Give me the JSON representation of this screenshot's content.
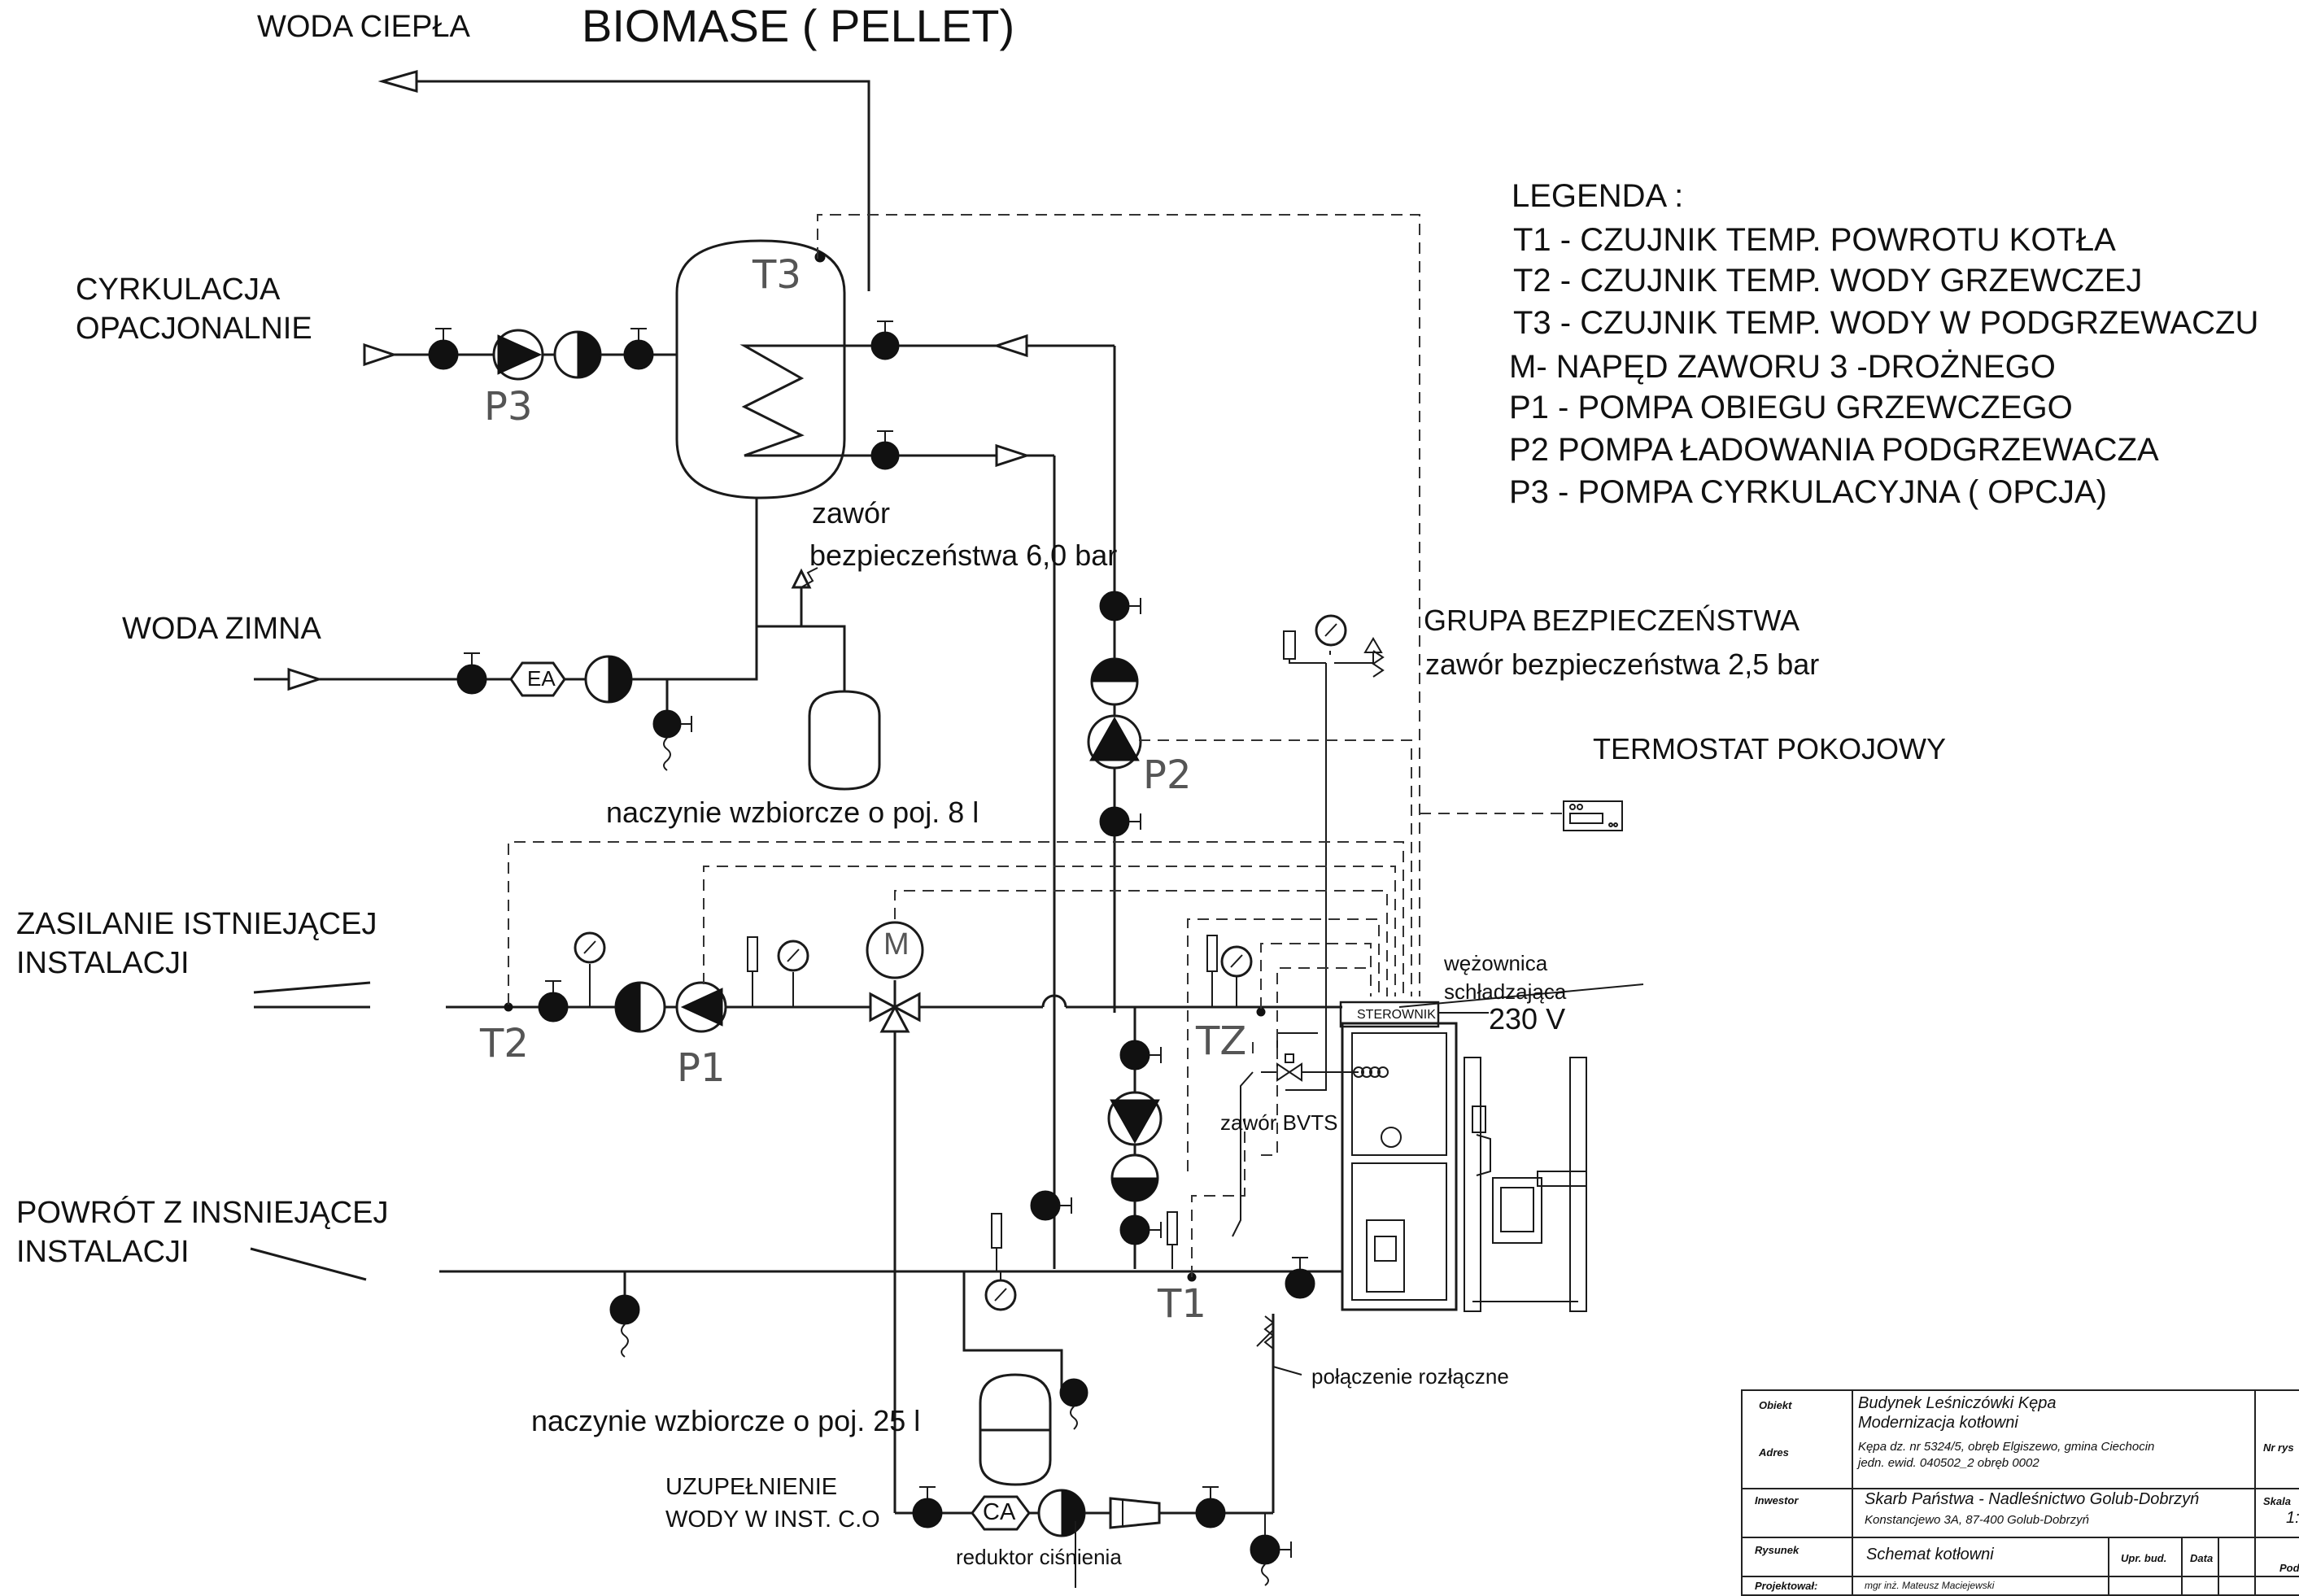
{
  "title": "BIOMASE ( PELLET)",
  "labels": {
    "hot_water": "WODA CIEPŁA",
    "circulation_1": "CYRKULACJA",
    "circulation_2": "OPACJONALNIE",
    "cold_water": "WODA ZIMNA",
    "supply_1": "ZASILANIE ISTNIEJĄCEJ",
    "supply_2": "INSTALACJI",
    "return_1": "POWRÓT Z INSNIEJĄCEJ",
    "return_2": "INSTALACJI",
    "makeup_1": "UZUPEŁNIENIE",
    "makeup_2": "WODY W INST. C.O",
    "valve6_1": "zawór",
    "valve6_2": "bezpieczeństwa 6,0 bar",
    "safety_group": "GRUPA BEZPIECZEŃSTWA",
    "valve25": "zawór bezpieczeństwa 2,5 bar",
    "room_thermostat": "TERMOSTAT POKOJOWY",
    "vessel8": "naczynie wzbiorcze o poj. 8 l",
    "vessel25": "naczynie wzbiorcze o poj. 25 l",
    "coil_1": "wężownica",
    "coil_2": "schładzająca",
    "voltage": "230 V",
    "controller": "STEROWNIK",
    "bvts": "zawór BVTS",
    "detachable": "połączenie rozłączne",
    "reducer": "reduktor ciśnienia",
    "ea": "EA",
    "ca": "CA",
    "m": "M"
  },
  "tags": {
    "t1": "T1",
    "t2": "T2",
    "t3": "T3",
    "tz": "TZ",
    "p1": "P1",
    "p2": "P2",
    "p3": "P3"
  },
  "legend": {
    "heading": "LEGENDA :",
    "items": [
      "T1 - CZUJNIK TEMP. POWROTU KOTŁA",
      "T2 - CZUJNIK TEMP. WODY GRZEWCZEJ",
      "T3 - CZUJNIK TEMP. WODY W PODGRZEWACZU",
      "M- NAPĘD ZAWORU 3 -DROŻNEGO",
      "P1 - POMPA OBIEGU GRZEWCZEGO",
      "P2 POMPA ŁADOWANIA PODGRZEWACZA",
      "P3 - POMPA CYRKULACYJNA ( OPCJA)"
    ]
  },
  "title_block": {
    "obiekt_h": "Obiekt",
    "obiekt_1": "Budynek Leśniczówki Kępa",
    "obiekt_2": "Modernizacja kotłowni",
    "adres_h": "Adres",
    "adres_1": "Kępa dz. nr 5324/5, obręb Elgiszewo, gmina Ciechocin",
    "adres_2": "jedn. ewid. 040502_2 obręb 0002",
    "inwestor_h": "Inwestor",
    "inwestor_1": "Skarb Państwa - Nadleśnictwo Golub-Dobrzyń",
    "inwestor_2": "Konstancjewo 3A, 87-400 Golub-Dobrzyń",
    "rysunek_h": "Rysunek",
    "rysunek_v": "Schemat kotłowni",
    "upr_h": "Upr. bud.",
    "data_h": "Data",
    "projektowal_h": "Projektował:",
    "projektowal_v": "mgr inż. Mateusz Maciejewski",
    "nr_h": "Nr rys",
    "skala_h": "Skala",
    "skala_v": "1:",
    "pod_h": "Pod"
  }
}
